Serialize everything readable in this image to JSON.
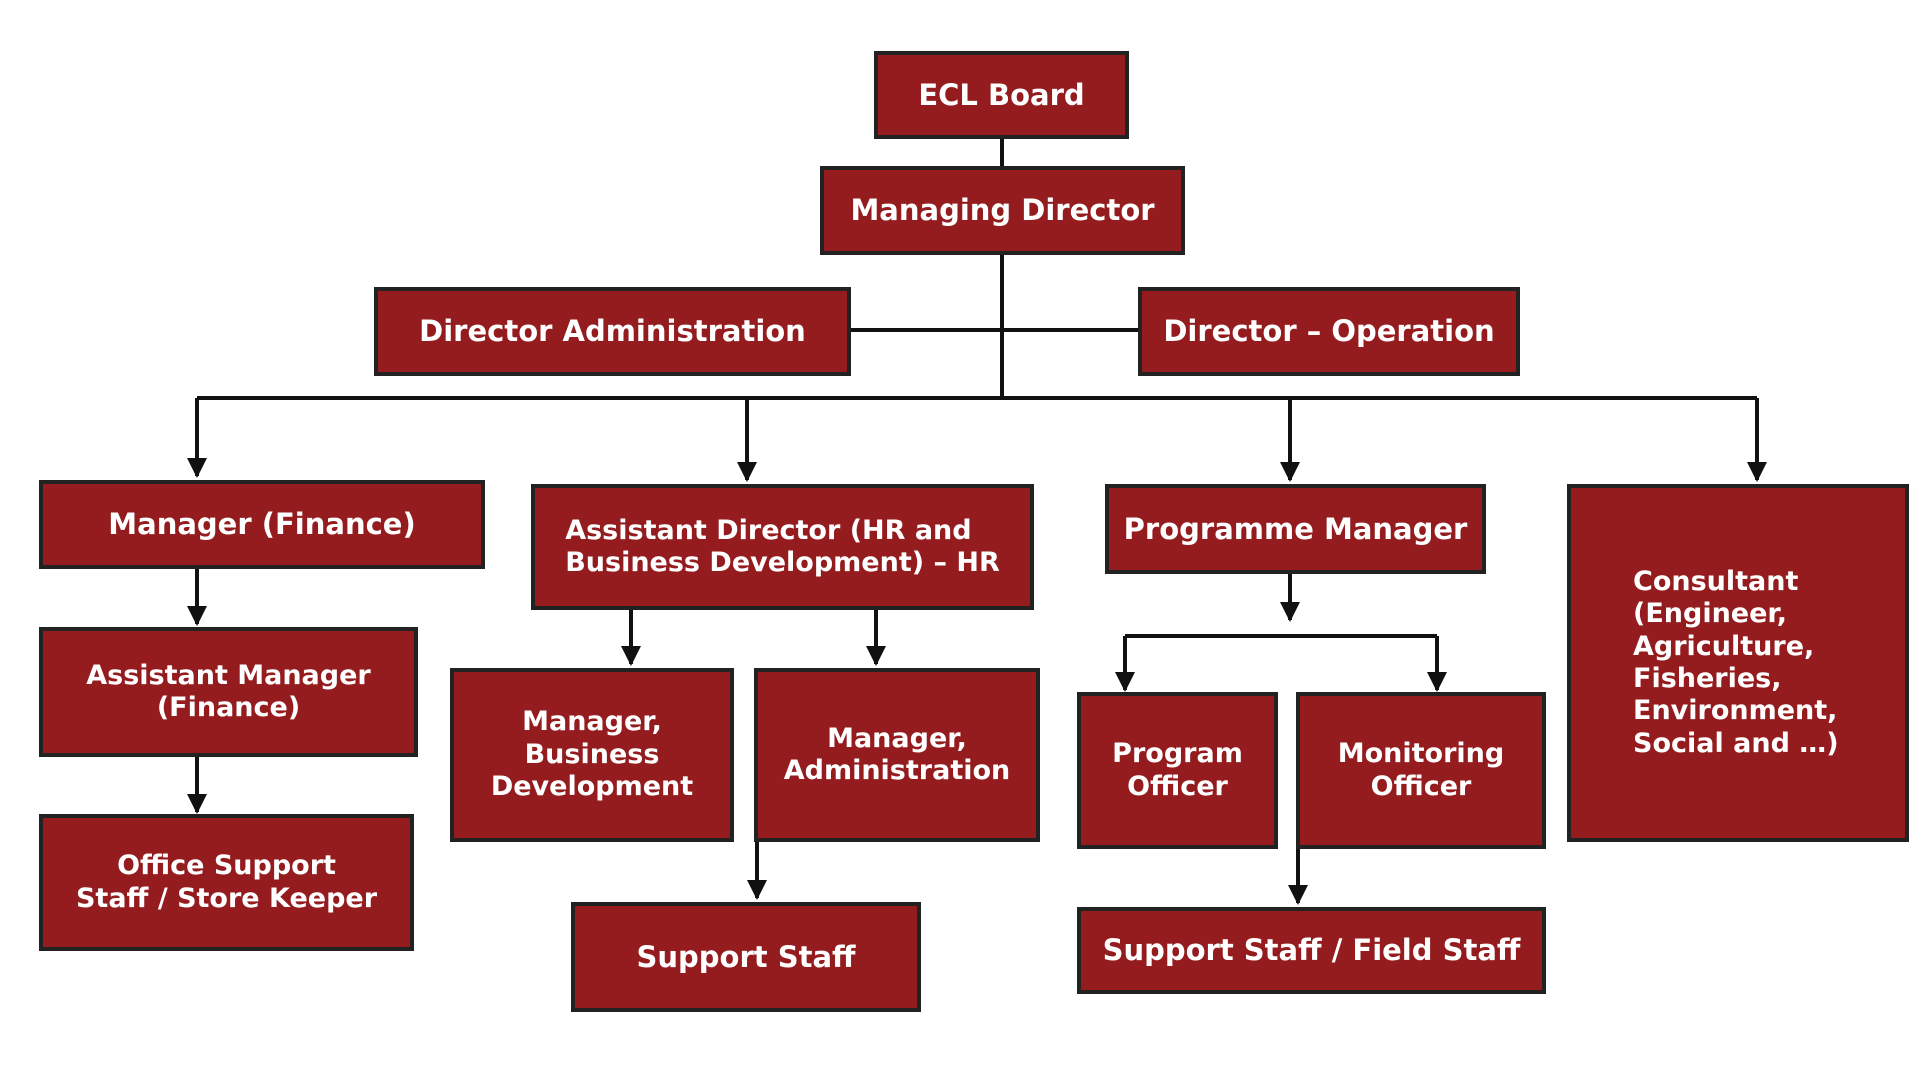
{
  "nodes": {
    "ecl_board": "ECL Board",
    "managing_director": "Managing Director",
    "director_administration": "Director Administration",
    "director_operation": "Director – Operation",
    "manager_finance": "Manager (Finance)",
    "assistant_director_hr": "Assistant Director (HR and\nBusiness Development) – HR",
    "programme_manager": "Programme Manager",
    "consultant": "Consultant\n(Engineer,\nAgriculture,\nFisheries,\nEnvironment,\nSocial and …)",
    "assistant_manager_finance": "Assistant Manager\n(Finance)",
    "office_support_staff": "Office Support\nStaff / Store Keeper",
    "manager_business_development": "Manager,\nBusiness\nDevelopment",
    "manager_administration": "Manager,\nAdministration",
    "support_staff": "Support Staff",
    "program_officer": "Program\nOfficer",
    "monitoring_officer": "Monitoring\nOfficer",
    "support_field_staff": "Support Staff / Field Staff"
  },
  "colors": {
    "box_fill": "#941c1f",
    "box_border": "#222222",
    "box_text": "#ffffff",
    "connector": "#111111"
  }
}
